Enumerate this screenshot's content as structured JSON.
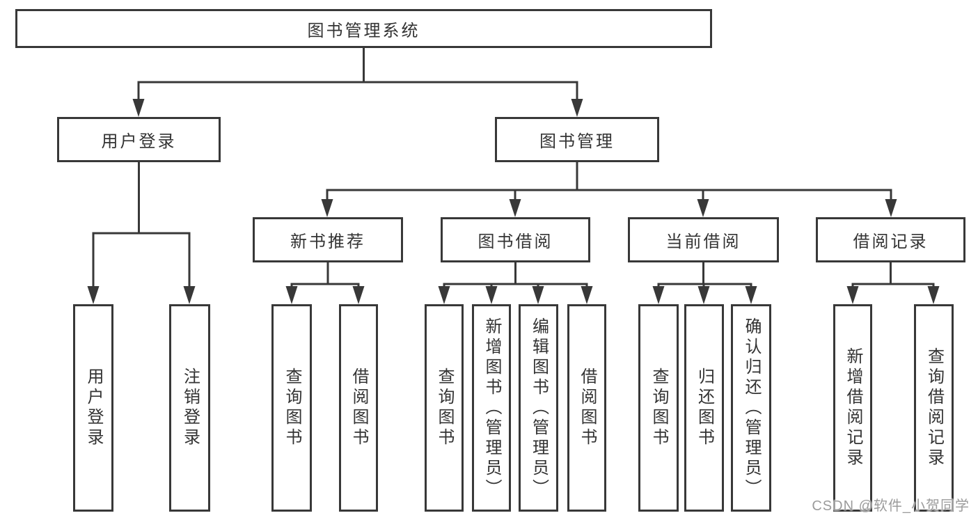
{
  "diagram": {
    "root": {
      "label": "图书管理系统"
    },
    "level2": [
      {
        "label": "用户登录"
      },
      {
        "label": "图书管理"
      }
    ],
    "level3": [
      {
        "label": "新书推荐"
      },
      {
        "label": "图书借阅"
      },
      {
        "label": "当前借阅"
      },
      {
        "label": "借阅记录"
      }
    ],
    "leaves": [
      {
        "label": "用户登录"
      },
      {
        "label": "注销登录"
      },
      {
        "label": "查询图书"
      },
      {
        "label": "借阅图书"
      },
      {
        "label": "查询图书"
      },
      {
        "label": "新增图书（管理员）"
      },
      {
        "label": "编辑图书（管理员）"
      },
      {
        "label": "借阅图书"
      },
      {
        "label": "查询图书"
      },
      {
        "label": "归还图书"
      },
      {
        "label": "确认归还（管理员）"
      },
      {
        "label": "新增借阅记录"
      },
      {
        "label": "查询借阅记录"
      }
    ]
  },
  "watermark": {
    "text": "CSDN @软件_小贺同学"
  },
  "colors": {
    "line": "#383838",
    "text": "#333333",
    "watermark_text": "#9b9b9b",
    "background": "#ffffff"
  }
}
